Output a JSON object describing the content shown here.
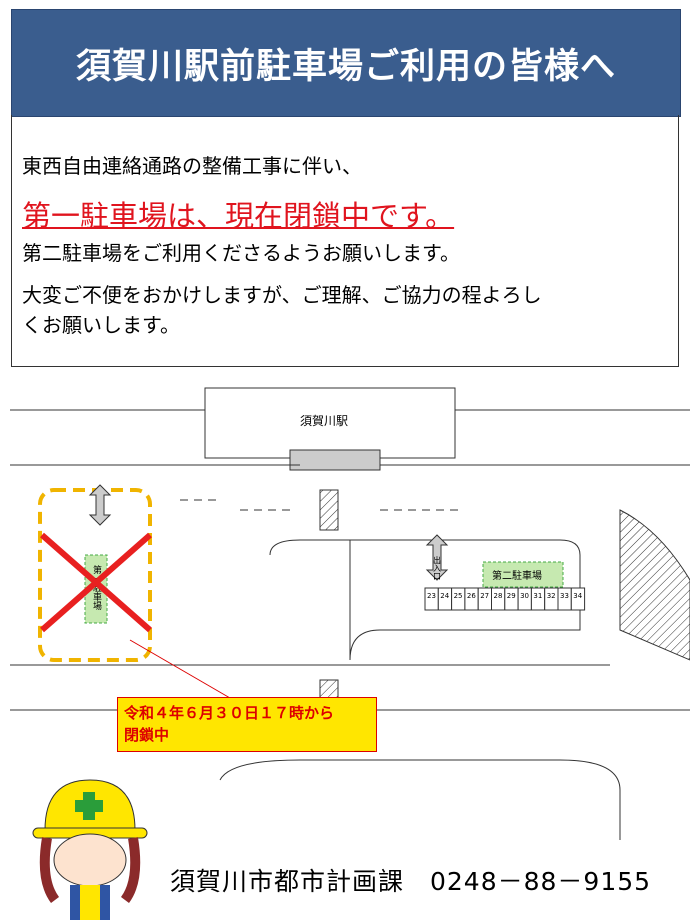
{
  "header": {
    "title": "須賀川駅前駐車場ご利用の皆様へ",
    "bg_color": "#3a5d8e"
  },
  "notice": {
    "line1": "東西自由連絡通路の整備工事に伴い、",
    "line2": "第一駐車場は、現在閉鎖中です。",
    "line3": "第二駐車場をご利用くださるようお願いします。",
    "line4": "大変ご不便をおかけしますが、ご理解、ご協力の程よろし",
    "line5": "くお願いします。",
    "accent_color": "#e0141e"
  },
  "map": {
    "station": "須賀川駅",
    "lot1": "第一駐車場",
    "lot2": "第二駐車場",
    "entrance": "出入口",
    "lot2_spaces": [
      "23",
      "24",
      "25",
      "26",
      "27",
      "28",
      "29",
      "30",
      "31",
      "32",
      "33",
      "34"
    ],
    "closure_note_line1": "令和４年６月３０日１７時から",
    "closure_note_line2": "閉鎖中"
  },
  "footer": {
    "contact": "須賀川市都市計画課　0248－88－9155"
  }
}
